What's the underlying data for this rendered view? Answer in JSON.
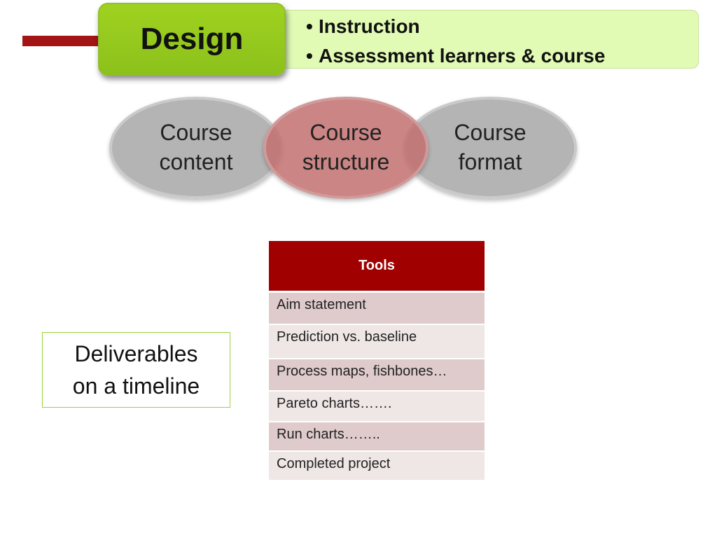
{
  "header": {
    "title": "Design",
    "bullets": [
      "Instruction",
      "Assessment learners & course"
    ],
    "bullet_char": "•"
  },
  "ellipses": [
    {
      "line1": "Course",
      "line2": "content",
      "color": "#a4a4a4"
    },
    {
      "line1": "Course",
      "line2": "structure",
      "color": "#c27070"
    },
    {
      "line1": "Course",
      "line2": "format",
      "color": "#a4a4a4"
    }
  ],
  "deliverables": {
    "line1": "Deliverables",
    "line2": "on a timeline"
  },
  "tools_table": {
    "header": "Tools",
    "rows": [
      "Aim statement",
      "Prediction vs. baseline",
      "Process maps, fishbones…",
      "Pareto charts…….",
      "Run charts……..",
      "Completed project"
    ]
  },
  "colors": {
    "accent_red": "#a00000",
    "design_green": "#9fd21f",
    "bullets_background": "#e1fab4"
  }
}
